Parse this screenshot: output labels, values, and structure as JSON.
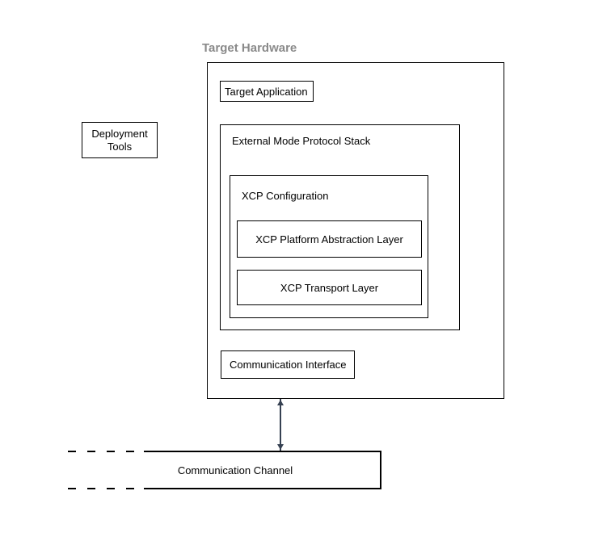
{
  "diagram": {
    "title": "Target Hardware",
    "nodes": {
      "deployment_tools": "Deployment Tools",
      "target_application": "Target Application",
      "external_mode_protocol_stack": "External Mode Protocol Stack",
      "xcp_configuration": "XCP Configuration",
      "xcp_platform_abstraction_layer": "XCP Platform Abstraction Layer",
      "xcp_transport_layer": "XCP Transport Layer",
      "communication_interface": "Communication Interface",
      "communication_channel": "Communication Channel"
    },
    "colors": {
      "title_text": "#8a8a8a",
      "box_border": "#000000",
      "label_text": "#000000",
      "connector": "#364152",
      "background": "#ffffff"
    }
  }
}
